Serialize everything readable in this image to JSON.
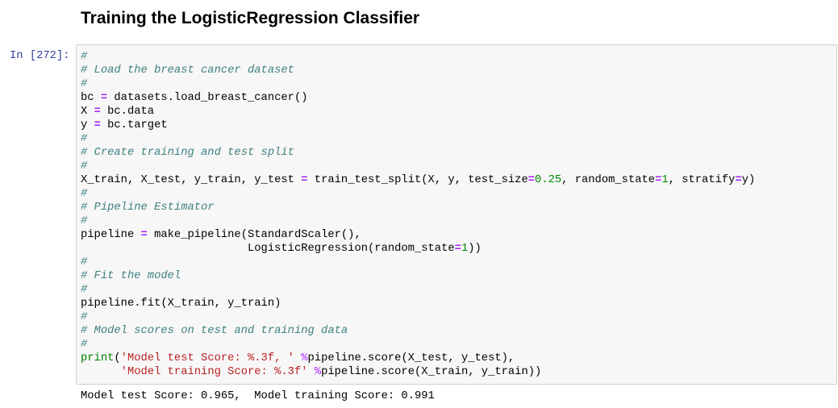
{
  "heading": "Training the LogisticRegression Classifier",
  "prompt": "In [272]:",
  "code_lines": [
    [
      {
        "t": "#",
        "c": "c"
      }
    ],
    [
      {
        "t": "# Load the breast cancer dataset",
        "c": "c"
      }
    ],
    [
      {
        "t": "#",
        "c": "c"
      }
    ],
    [
      {
        "t": "bc "
      },
      {
        "t": "=",
        "c": "o"
      },
      {
        "t": " datasets.load_breast_cancer()"
      }
    ],
    [
      {
        "t": "X "
      },
      {
        "t": "=",
        "c": "o"
      },
      {
        "t": " bc.data"
      }
    ],
    [
      {
        "t": "y "
      },
      {
        "t": "=",
        "c": "o"
      },
      {
        "t": " bc.target"
      }
    ],
    [
      {
        "t": "#",
        "c": "c"
      }
    ],
    [
      {
        "t": "# Create training and test split",
        "c": "c"
      }
    ],
    [
      {
        "t": "#",
        "c": "c"
      }
    ],
    [
      {
        "t": "X_train, X_test, y_train, y_test "
      },
      {
        "t": "=",
        "c": "o"
      },
      {
        "t": " train_test_split(X, y, test_size"
      },
      {
        "t": "=",
        "c": "o"
      },
      {
        "t": "0.25",
        "c": "n"
      },
      {
        "t": ", random_state"
      },
      {
        "t": "=",
        "c": "o"
      },
      {
        "t": "1",
        "c": "n"
      },
      {
        "t": ", stratify"
      },
      {
        "t": "=",
        "c": "o"
      },
      {
        "t": "y)"
      }
    ],
    [
      {
        "t": "#",
        "c": "c"
      }
    ],
    [
      {
        "t": "# Pipeline Estimator",
        "c": "c"
      }
    ],
    [
      {
        "t": "#",
        "c": "c"
      }
    ],
    [
      {
        "t": "pipeline "
      },
      {
        "t": "=",
        "c": "o"
      },
      {
        "t": " make_pipeline(StandardScaler(),"
      }
    ],
    [
      {
        "t": "                         LogisticRegression(random_state"
      },
      {
        "t": "=",
        "c": "o"
      },
      {
        "t": "1",
        "c": "n"
      },
      {
        "t": "))"
      }
    ],
    [
      {
        "t": "#",
        "c": "c"
      }
    ],
    [
      {
        "t": "# Fit the model",
        "c": "c"
      }
    ],
    [
      {
        "t": "#",
        "c": "c"
      }
    ],
    [
      {
        "t": "pipeline.fit(X_train, y_train)"
      }
    ],
    [
      {
        "t": "#",
        "c": "c"
      }
    ],
    [
      {
        "t": "# Model scores on test and training data",
        "c": "c"
      }
    ],
    [
      {
        "t": "#",
        "c": "c"
      }
    ],
    [
      {
        "t": "print",
        "c": "k"
      },
      {
        "t": "("
      },
      {
        "t": "'Model test Score: %.3f, '",
        "c": "s"
      },
      {
        "t": " "
      },
      {
        "t": "%",
        "c": "p"
      },
      {
        "t": "pipeline.score(X_test, y_test),"
      }
    ],
    [
      {
        "t": "      "
      },
      {
        "t": "'Model training Score: %.3f'",
        "c": "s"
      },
      {
        "t": " "
      },
      {
        "t": "%",
        "c": "p"
      },
      {
        "t": "pipeline.score(X_train, y_train))"
      }
    ]
  ],
  "output": "Model test Score: 0.965,  Model training Score: 0.991"
}
